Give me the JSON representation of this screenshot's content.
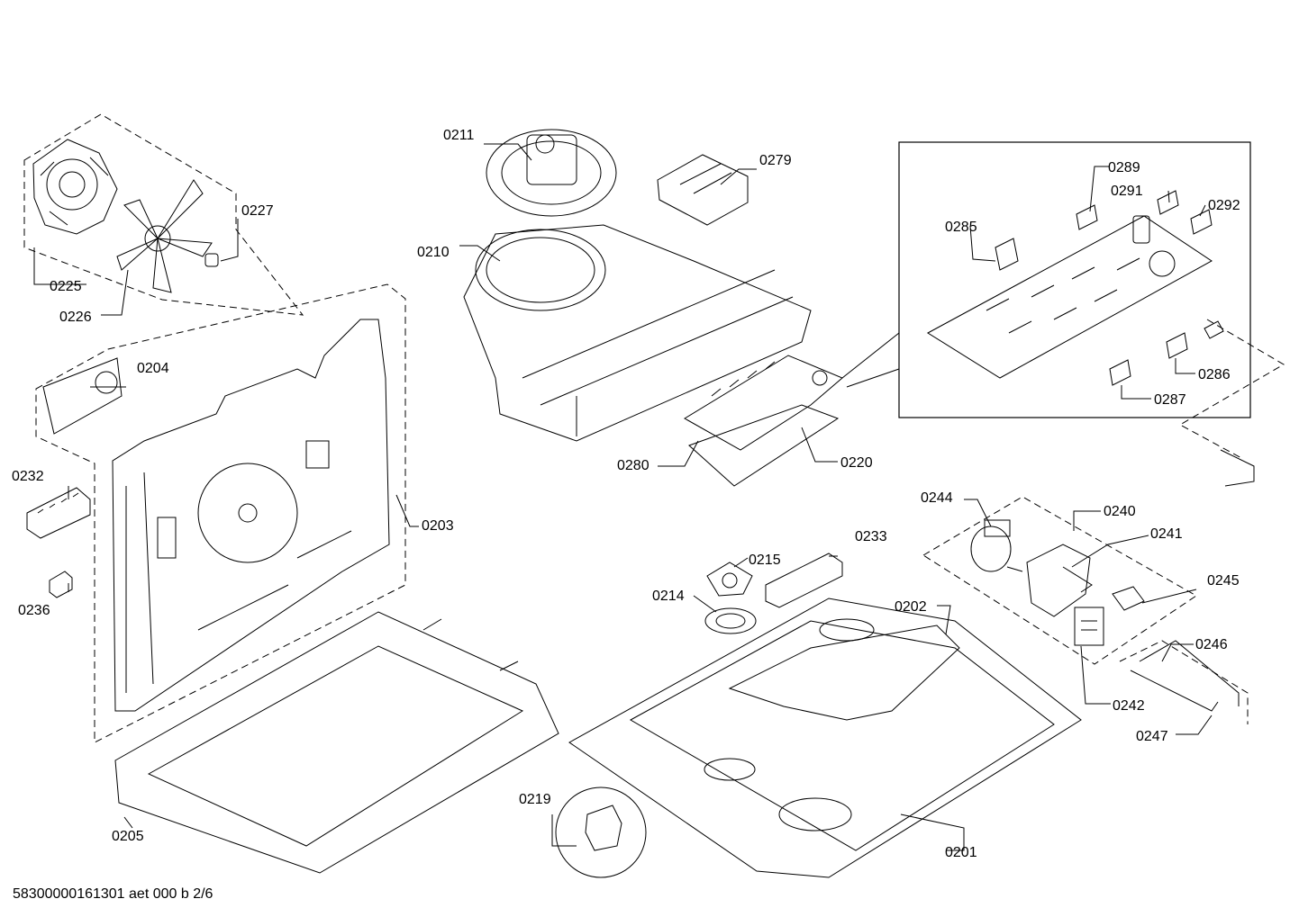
{
  "footer": {
    "document_id": "58300000161301 aet 000 b 2/6"
  },
  "callouts": {
    "p0201": "0201",
    "p0202": "0202",
    "p0203": "0203",
    "p0204": "0204",
    "p0205": "0205",
    "p0210": "0210",
    "p0211": "0211",
    "p0214": "0214",
    "p0215": "0215",
    "p0219": "0219",
    "p0220": "0220",
    "p0225": "0225",
    "p0226": "0226",
    "p0227": "0227",
    "p0232": "0232",
    "p0233": "0233",
    "p0236": "0236",
    "p0240": "0240",
    "p0241": "0241",
    "p0242": "0242",
    "p0244": "0244",
    "p0245": "0245",
    "p0246": "0246",
    "p0247": "0247",
    "p0279": "0279",
    "p0280": "0280",
    "p0285": "0285",
    "p0286": "0286",
    "p0287": "0287",
    "p0289": "0289",
    "p0291": "0291",
    "p0292": "0292"
  }
}
